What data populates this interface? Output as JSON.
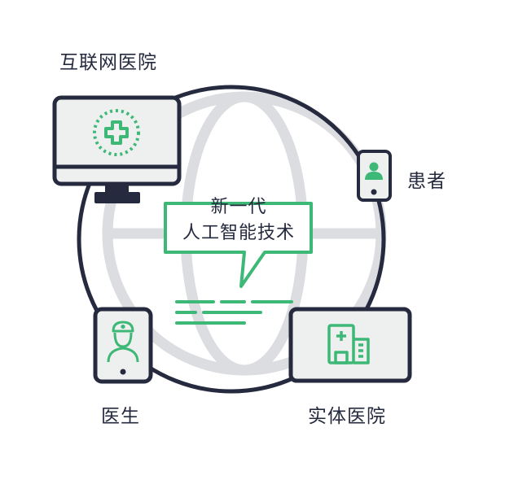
{
  "labels": {
    "internet_hospital": "互联网医院",
    "patient": "患者",
    "doctor": "医生",
    "physical_hospital": "实体医院"
  },
  "bubble": {
    "line1": "新一代",
    "line2": "人工智能技术"
  },
  "colors": {
    "navy": "#262a3e",
    "green": "#3db877",
    "globe_gray": "#dcdde1",
    "screen_fill": "#eef0ef"
  },
  "icons": {
    "internet_hospital": "medical-cross-icon",
    "patient": "person-icon",
    "doctor": "nurse-icon",
    "physical_hospital": "hospital-building-icon"
  }
}
